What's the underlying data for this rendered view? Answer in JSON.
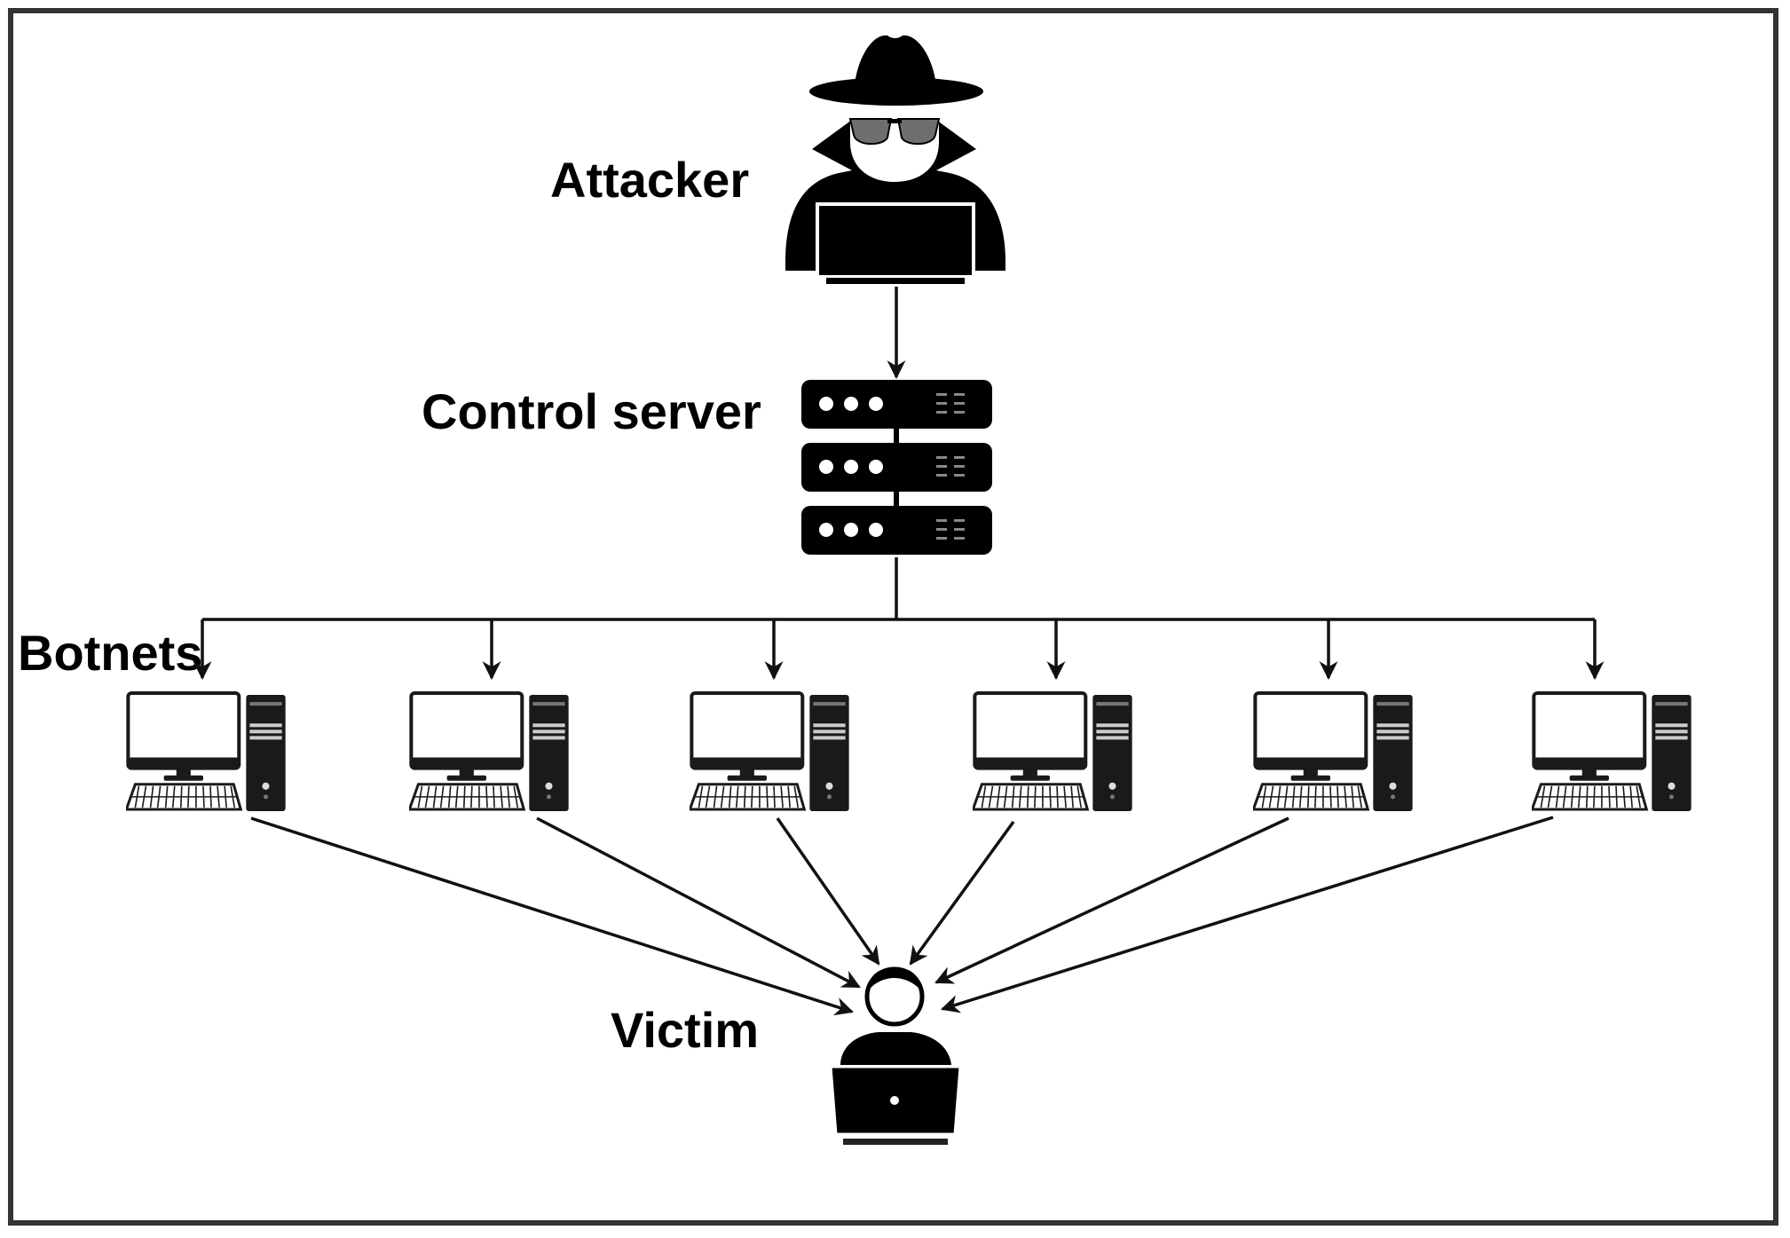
{
  "diagram": {
    "type": "botnet-ddos-attack",
    "labels": {
      "attacker": "Attacker",
      "control_server": "Control server",
      "botnets": "Botnets",
      "victim": "Victim"
    },
    "nodes": [
      {
        "id": "attacker",
        "label": "Attacker",
        "icon": "hacker-with-laptop-icon"
      },
      {
        "id": "control_server",
        "label": "Control server",
        "icon": "server-rack-icon",
        "units": 3
      },
      {
        "id": "bot-1",
        "icon": "desktop-computer-icon"
      },
      {
        "id": "bot-2",
        "icon": "desktop-computer-icon"
      },
      {
        "id": "bot-3",
        "icon": "desktop-computer-icon"
      },
      {
        "id": "bot-4",
        "icon": "desktop-computer-icon"
      },
      {
        "id": "bot-5",
        "icon": "desktop-computer-icon"
      },
      {
        "id": "bot-6",
        "icon": "desktop-computer-icon"
      },
      {
        "id": "victim",
        "label": "Victim",
        "icon": "user-with-laptop-icon"
      }
    ],
    "edges": [
      {
        "from": "attacker",
        "to": "control_server"
      },
      {
        "from": "control_server",
        "to": "bot-1"
      },
      {
        "from": "control_server",
        "to": "bot-2"
      },
      {
        "from": "control_server",
        "to": "bot-3"
      },
      {
        "from": "control_server",
        "to": "bot-4"
      },
      {
        "from": "control_server",
        "to": "bot-5"
      },
      {
        "from": "control_server",
        "to": "bot-6"
      },
      {
        "from": "bot-1",
        "to": "victim"
      },
      {
        "from": "bot-2",
        "to": "victim"
      },
      {
        "from": "bot-3",
        "to": "victim"
      },
      {
        "from": "bot-4",
        "to": "victim"
      },
      {
        "from": "bot-5",
        "to": "victim"
      },
      {
        "from": "bot-6",
        "to": "victim"
      }
    ],
    "botnet_count": 6,
    "colors": {
      "ink": "#000000",
      "frame": "#333333",
      "background": "#ffffff",
      "glasses": "#6e6e6e"
    }
  }
}
